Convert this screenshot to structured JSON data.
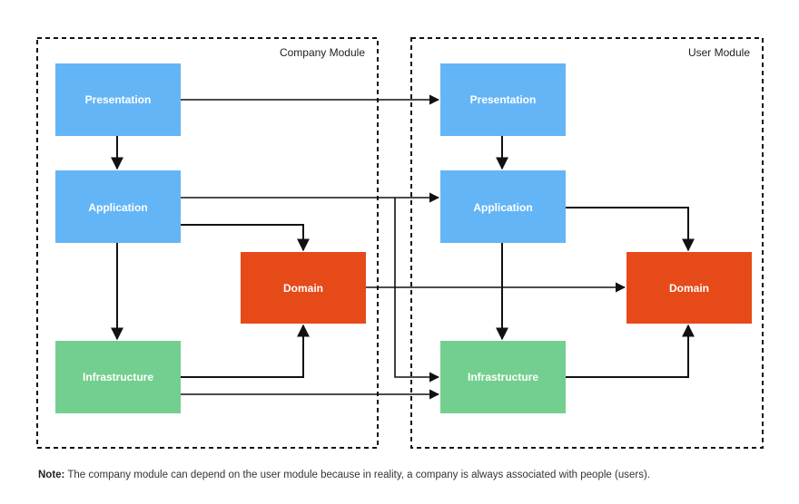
{
  "modules": {
    "company": {
      "title": "Company Module"
    },
    "user": {
      "title": "User Module"
    }
  },
  "boxes": {
    "company_presentation": "Presentation",
    "company_application": "Application",
    "company_domain": "Domain",
    "company_infrastructure": "Infrastructure",
    "user_presentation": "Presentation",
    "user_application": "Application",
    "user_domain": "Domain",
    "user_infrastructure": "Infrastructure"
  },
  "colors": {
    "presentation": "#64b5f6",
    "application": "#64b5f6",
    "domain": "#e64a19",
    "infrastructure": "#73cf8f"
  },
  "note": {
    "label": "Note:",
    "text": " The company module can depend on the user module because in reality, a company is always associated with people (users)."
  }
}
